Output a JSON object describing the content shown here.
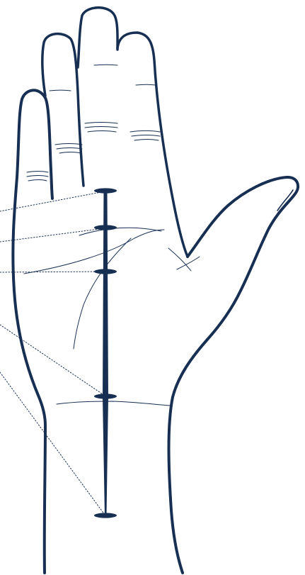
{
  "diagram": {
    "type": "palm-anatomy-illustration",
    "colors": {
      "stroke": "#172f52",
      "background": "#ffffff"
    },
    "axis": {
      "marker_count": 5
    },
    "leaders": {
      "count": 5,
      "style": "dotted"
    }
  }
}
